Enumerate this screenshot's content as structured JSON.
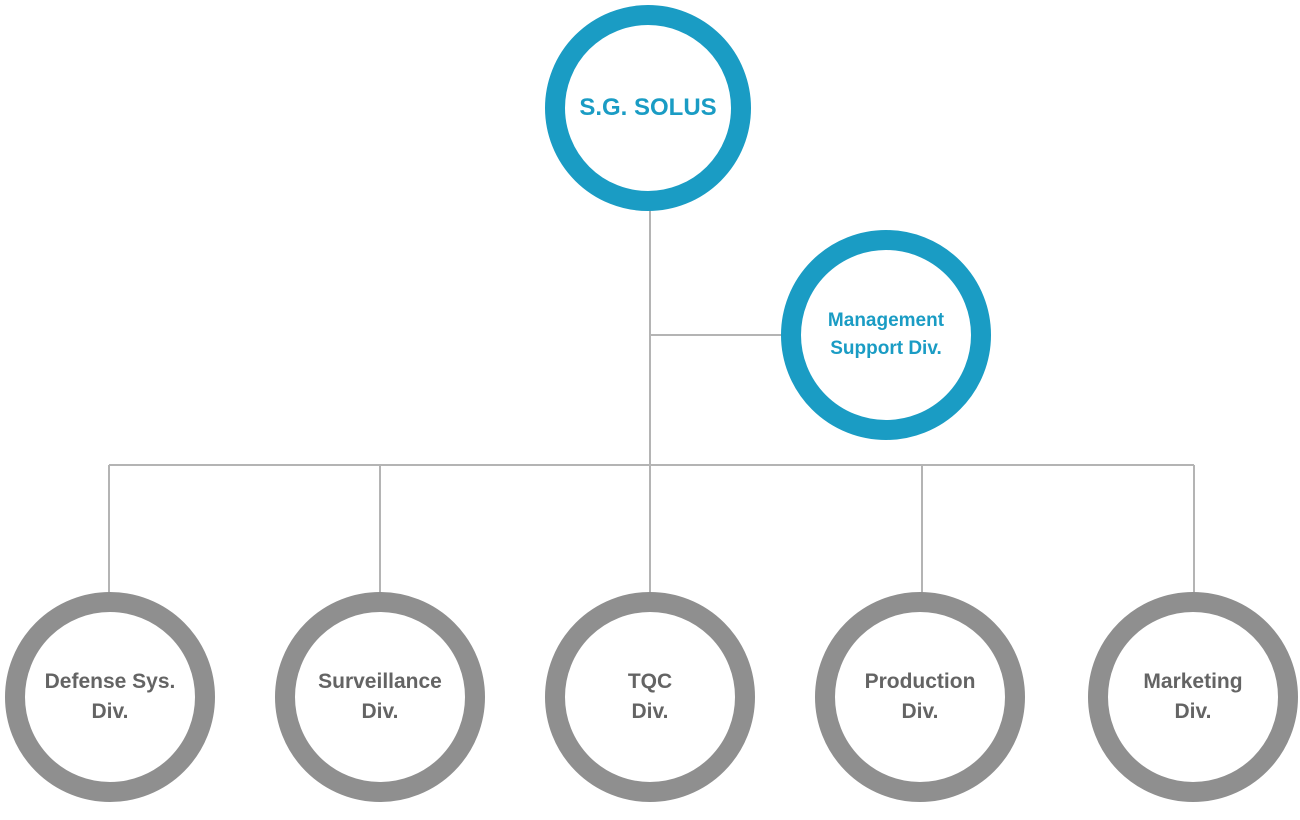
{
  "org_chart": {
    "root": {
      "lines": [
        "S.G. SOLUS"
      ]
    },
    "staff": {
      "lines": [
        "Management",
        "Support Div."
      ]
    },
    "divisions": [
      {
        "lines": [
          "Defense Sys.",
          "Div."
        ]
      },
      {
        "lines": [
          "Surveillance",
          "Div."
        ]
      },
      {
        "lines": [
          "TQC",
          "Div."
        ]
      },
      {
        "lines": [
          "Production",
          "Div."
        ]
      },
      {
        "lines": [
          "Marketing",
          "Div."
        ]
      }
    ]
  },
  "colors": {
    "accent": "#1a9cc4",
    "division_ring": "#8f8f8f",
    "division_text": "#646464",
    "connector": "#b4b4b4"
  }
}
